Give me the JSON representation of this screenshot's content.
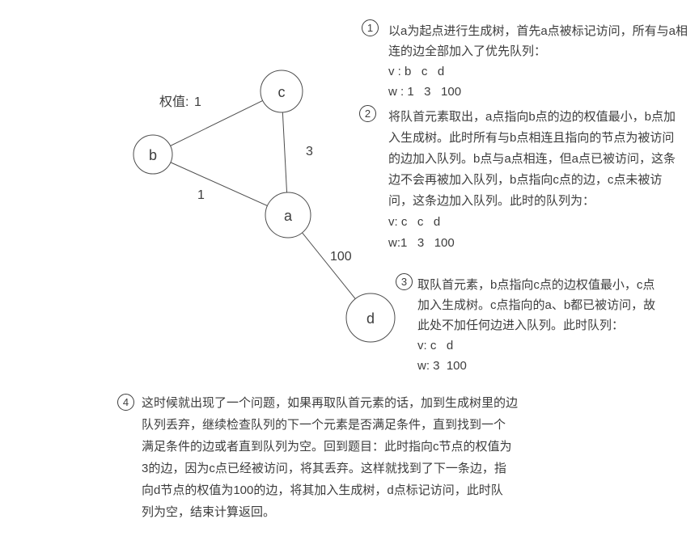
{
  "graph": {
    "legend_label": "权值:",
    "nodes": [
      {
        "id": "c",
        "label": "c"
      },
      {
        "id": "b",
        "label": "b"
      },
      {
        "id": "a",
        "label": "a"
      },
      {
        "id": "d",
        "label": "d"
      }
    ],
    "edges": [
      {
        "from": "b",
        "to": "c",
        "weight": "1"
      },
      {
        "from": "c",
        "to": "a",
        "weight": "3"
      },
      {
        "from": "b",
        "to": "a",
        "weight": "1"
      },
      {
        "from": "a",
        "to": "d",
        "weight": "100"
      }
    ]
  },
  "steps": [
    {
      "number": "1",
      "lines": [
        "以a为起点进行生成树，首先a点被标记访问，所有与a相",
        "连的边全部加入了优先队列：",
        "v : b   c   d",
        "w : 1   3   100"
      ]
    },
    {
      "number": "2",
      "lines": [
        "将队首元素取出，a点指向b点的边的权值最小，b点加",
        "入生成树。此时所有与b点相连且指向的节点为被访问",
        "的边加入队列。b点与a点相连，但a点已被访问，这条",
        "边不会再被加入队列，b点指向c点的边，c点未被访",
        "问，这条边加入队列。此时的队列为：",
        "v: c   c   d",
        "w:1   3   100"
      ]
    },
    {
      "number": "3",
      "lines": [
        "取队首元素，b点指向c点的边权值最小，c点",
        "加入生成树。c点指向的a、b都已被访问，故",
        "此处不加任何边进入队列。此时队列：",
        "v: c   d",
        "w: 3  100"
      ]
    },
    {
      "number": "4",
      "lines": [
        "这时候就出现了一个问题，如果再取队首元素的话，加到生成树里的边",
        "队列丢弃，继续检查队列的下一个元素是否满足条件，直到找到一个",
        "满足条件的边或者直到队列为空。回到题目：此时指向c节点的权值为",
        "3的边，因为c点已经被访问，将其丢弃。这样就找到了下一条边，指",
        "向d节点的权值为100的边，将其加入生成树，d点标记访问，此时队",
        "列为空，结束计算返回。"
      ]
    }
  ],
  "colors": {
    "text": "#3d3d3d",
    "line": "#4d4d4d",
    "background": "#ffffff"
  }
}
